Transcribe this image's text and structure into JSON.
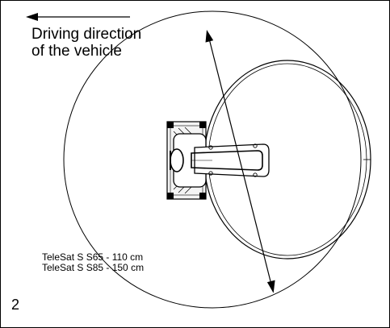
{
  "direction_label": {
    "line1": "Driving direction",
    "line2": "of the vehicle"
  },
  "size_labels": [
    "TeleSat S S65 - 110 cm",
    "TeleSat S S85 - 150 cm"
  ],
  "figure_number": "2",
  "colors": {
    "line": "#000000",
    "background": "#ffffff"
  },
  "icons": {
    "direction_arrow": "arrow-left-icon",
    "dimension_arrow": "double-headed-arrow-icon"
  }
}
